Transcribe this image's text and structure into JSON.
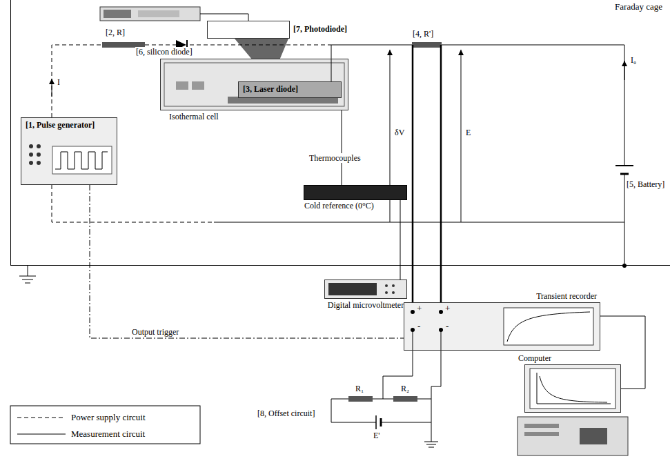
{
  "diagram": {
    "nodes": [
      {
        "text": [
          "Faraday cage"
        ]
      },
      {
        "text": [
          "[1, Pulse generator]"
        ],
        "in": 0
      },
      {
        "text": [
          "Isothermal cell"
        ],
        "in": 0
      },
      {
        "text": [
          "[3, Laser diode]"
        ],
        "in": 2
      },
      {
        "text": [
          "[7, Photodiode]"
        ],
        "in": 0
      },
      {
        "text": [
          "Cold reference (0°C)"
        ],
        "in": 0
      },
      {
        "text": [
          "Digital microvoltmeter"
        ]
      },
      {
        "text": [
          "Transient recorder"
        ]
      },
      {
        "text": [
          "Computer"
        ]
      }
    ],
    "edges": [
      {
        "from": 5,
        "to": 2,
        "label": "Thermocouples",
        "arrow": "none"
      },
      {
        "from": 5,
        "to": 6,
        "arrow": "none"
      },
      {
        "from": 1,
        "to": 7,
        "label": "Output trigger",
        "arrow": "none"
      },
      {
        "from": 7,
        "to": 8,
        "arrow": "none"
      }
    ],
    "labels": [
      "[2, R]",
      "[6, silicon diode]",
      "I",
      "[4, R']",
      "δV",
      "E",
      "I₀",
      "[5, Battery]",
      "+",
      "+",
      "-",
      "-",
      "R₁",
      "R₂",
      "E'",
      "[8, Offset circuit]"
    ],
    "legend": [
      {
        "text": "Power supply circuit"
      },
      {
        "text": "Measurement circuit"
      }
    ]
  }
}
